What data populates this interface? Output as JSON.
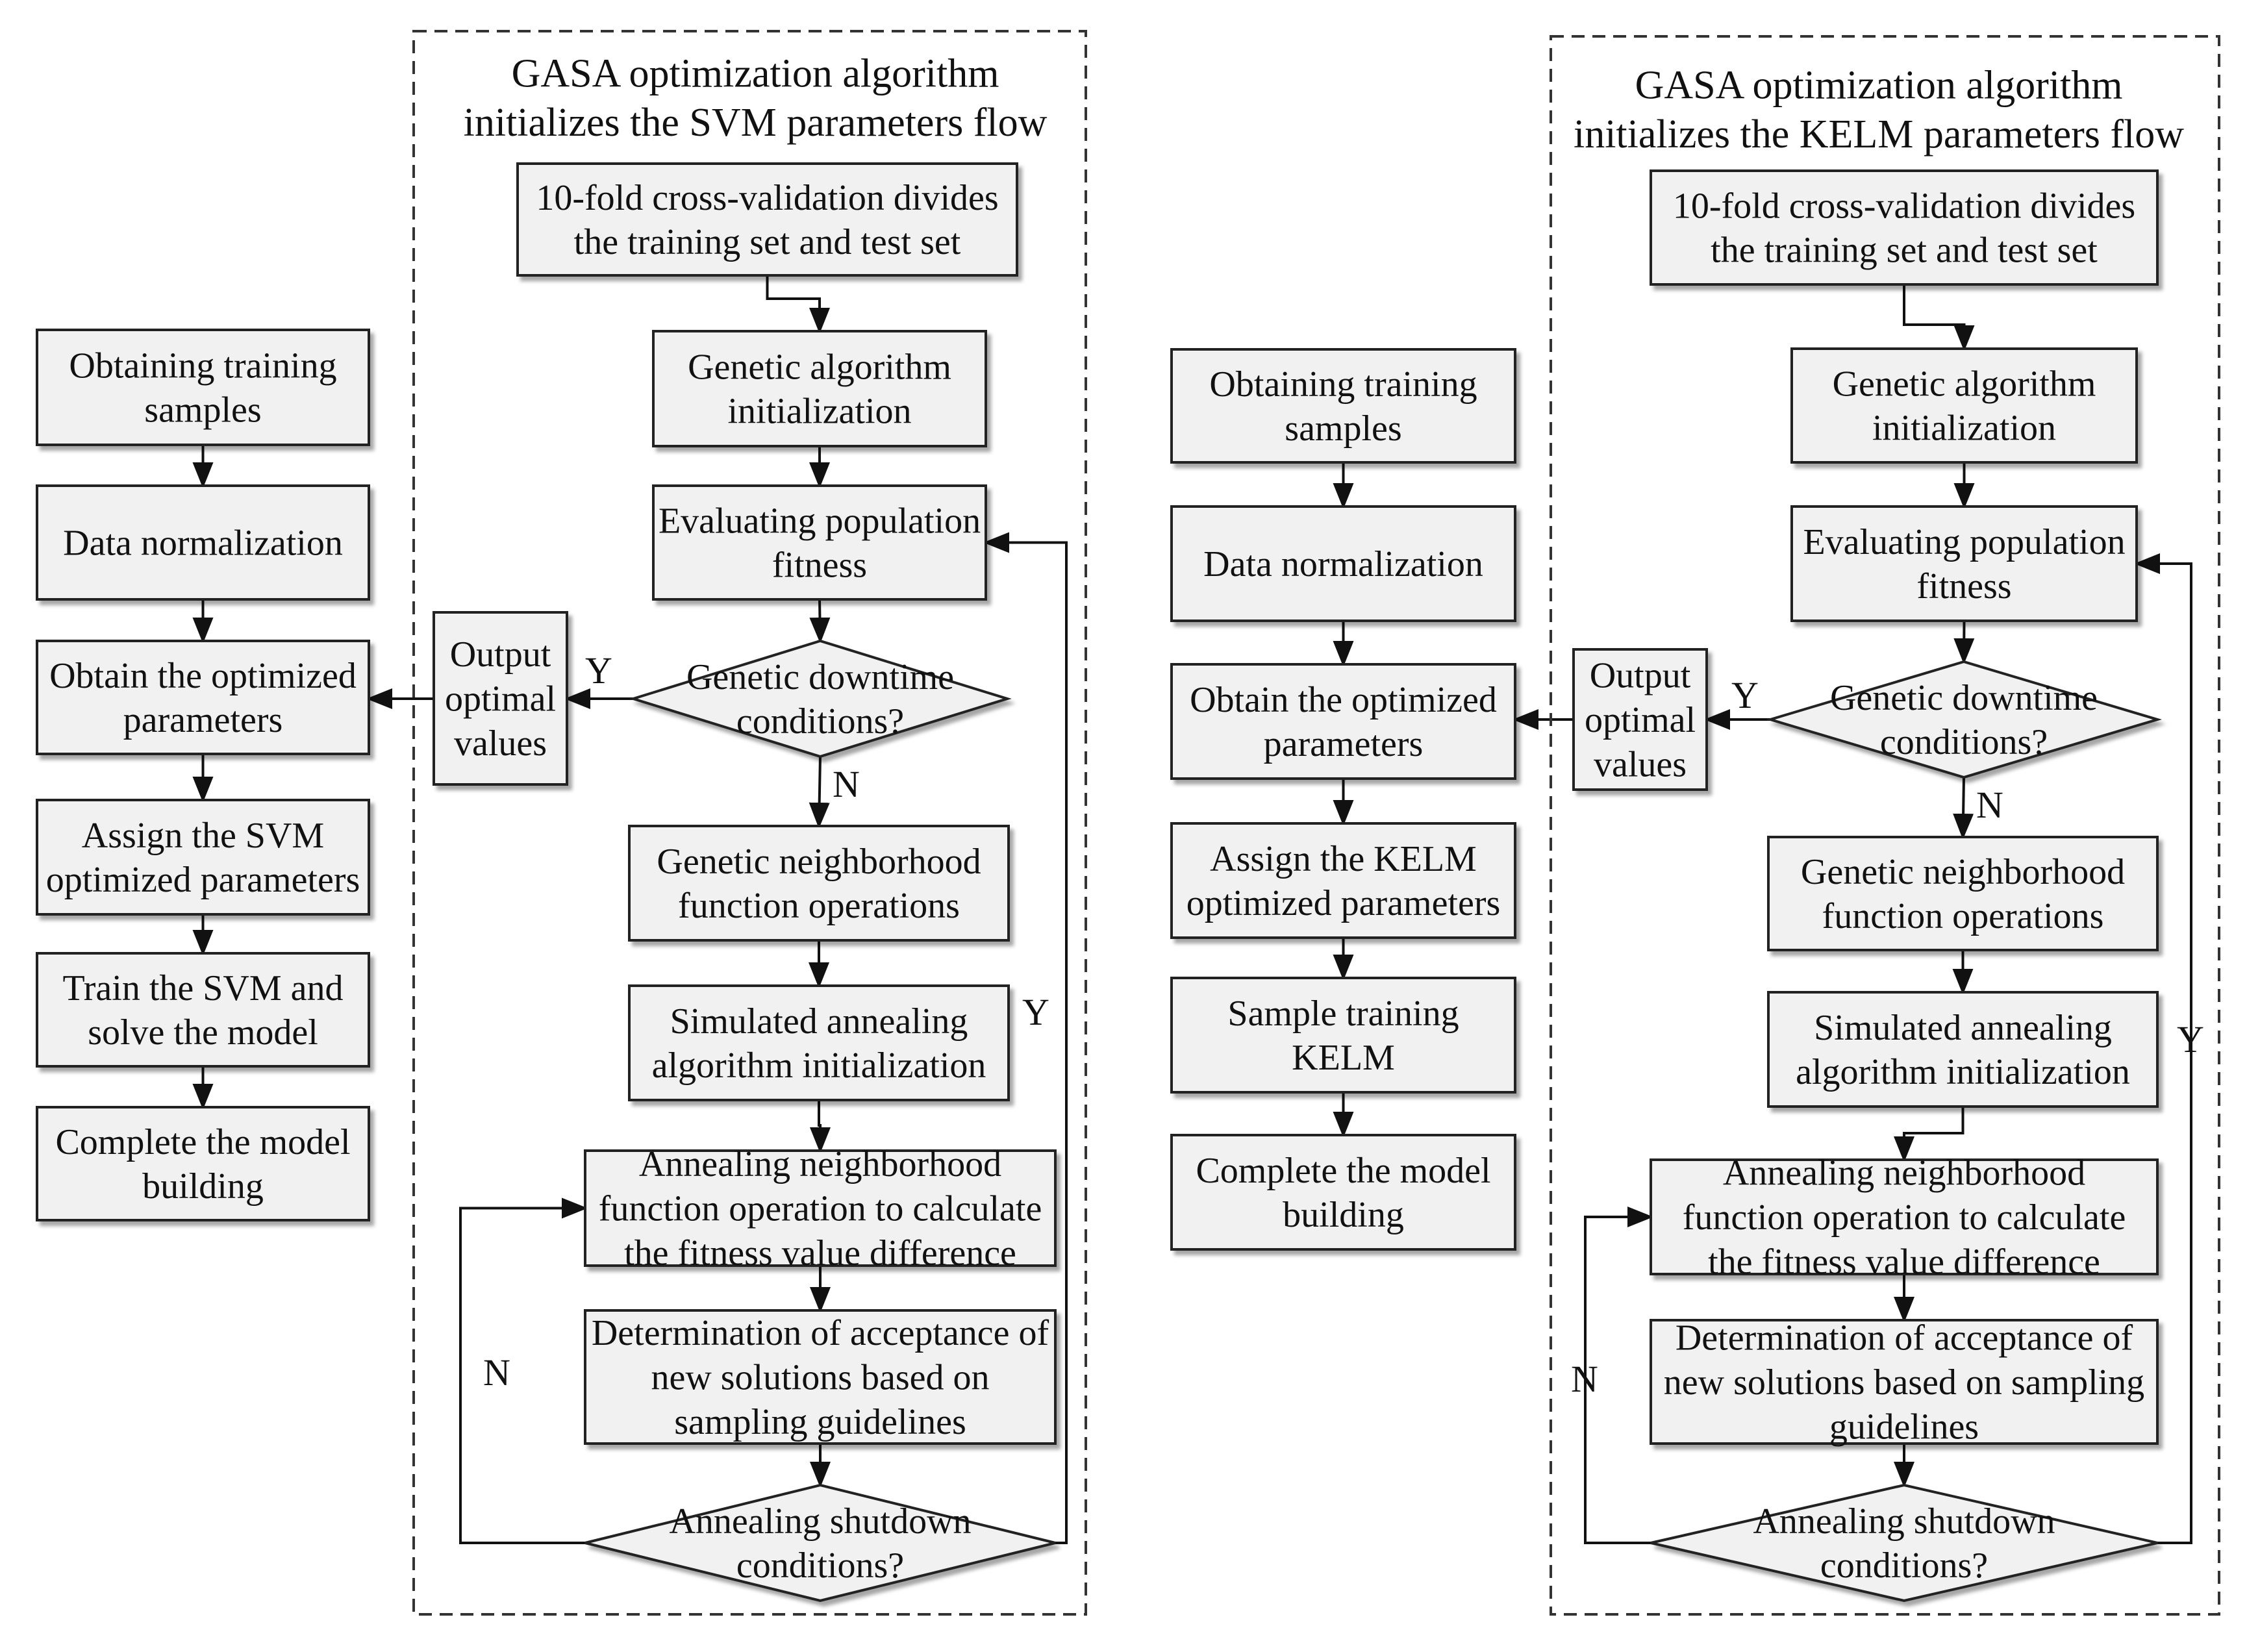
{
  "svm_flow": {
    "title": [
      "GASA optimization algorithm",
      "initializes the SVM parameters flow"
    ],
    "main_steps": [
      [
        "Obtaining training",
        "samples"
      ],
      [
        "Data normalization"
      ],
      [
        "Obtain the optimized",
        "parameters"
      ],
      [
        "Assign the SVM",
        "optimized parameters"
      ],
      [
        "Train the SVM and",
        "solve the model"
      ],
      [
        "Complete the model",
        "building"
      ]
    ],
    "gasa_steps": [
      [
        "10-fold cross-validation divides",
        "the training set and test set"
      ],
      [
        "Genetic algorithm",
        "initialization"
      ],
      [
        "Evaluating population",
        "fitness"
      ],
      [
        "Genetic neighborhood",
        "function operations"
      ],
      [
        "Simulated annealing",
        "algorithm initialization"
      ],
      [
        "Annealing neighborhood",
        "function operation to calculate",
        "the fitness value difference"
      ],
      [
        "Determination of acceptance of",
        "new solutions based on",
        "sampling guidelines"
      ]
    ],
    "genetic_decision": [
      "Genetic downtime",
      "conditions?"
    ],
    "annealing_decision": [
      "Annealing shutdown",
      "conditions?"
    ],
    "output": [
      "Output",
      "optimal",
      "values"
    ],
    "labels": {
      "yes": "Y",
      "no": "N"
    }
  },
  "kelm_flow": {
    "title": [
      "GASA optimization algorithm",
      "initializes the KELM parameters flow"
    ],
    "main_steps": [
      [
        "Obtaining training",
        "samples"
      ],
      [
        "Data normalization"
      ],
      [
        "Obtain the optimized",
        "parameters"
      ],
      [
        "Assign the KELM",
        "optimized parameters"
      ],
      [
        "Sample training",
        "KELM"
      ],
      [
        "Complete the model",
        "building"
      ]
    ],
    "gasa_steps": [
      [
        "10-fold cross-validation divides",
        "the training set and test set"
      ],
      [
        "Genetic algorithm",
        "initialization"
      ],
      [
        "Evaluating population",
        "fitness"
      ],
      [
        "Genetic neighborhood",
        "function operations"
      ],
      [
        "Simulated annealing",
        "algorithm initialization"
      ],
      [
        "Annealing neighborhood",
        "function operation to calculate",
        "the fitness value difference"
      ],
      [
        "Determination of acceptance of",
        "new solutions based on sampling",
        "guidelines"
      ]
    ],
    "genetic_decision": [
      "Genetic downtime",
      "conditions?"
    ],
    "annealing_decision": [
      "Annealing shutdown",
      "conditions?"
    ],
    "output": [
      "Output",
      "optimal",
      "values"
    ],
    "labels": {
      "yes": "Y",
      "no": "N"
    }
  }
}
